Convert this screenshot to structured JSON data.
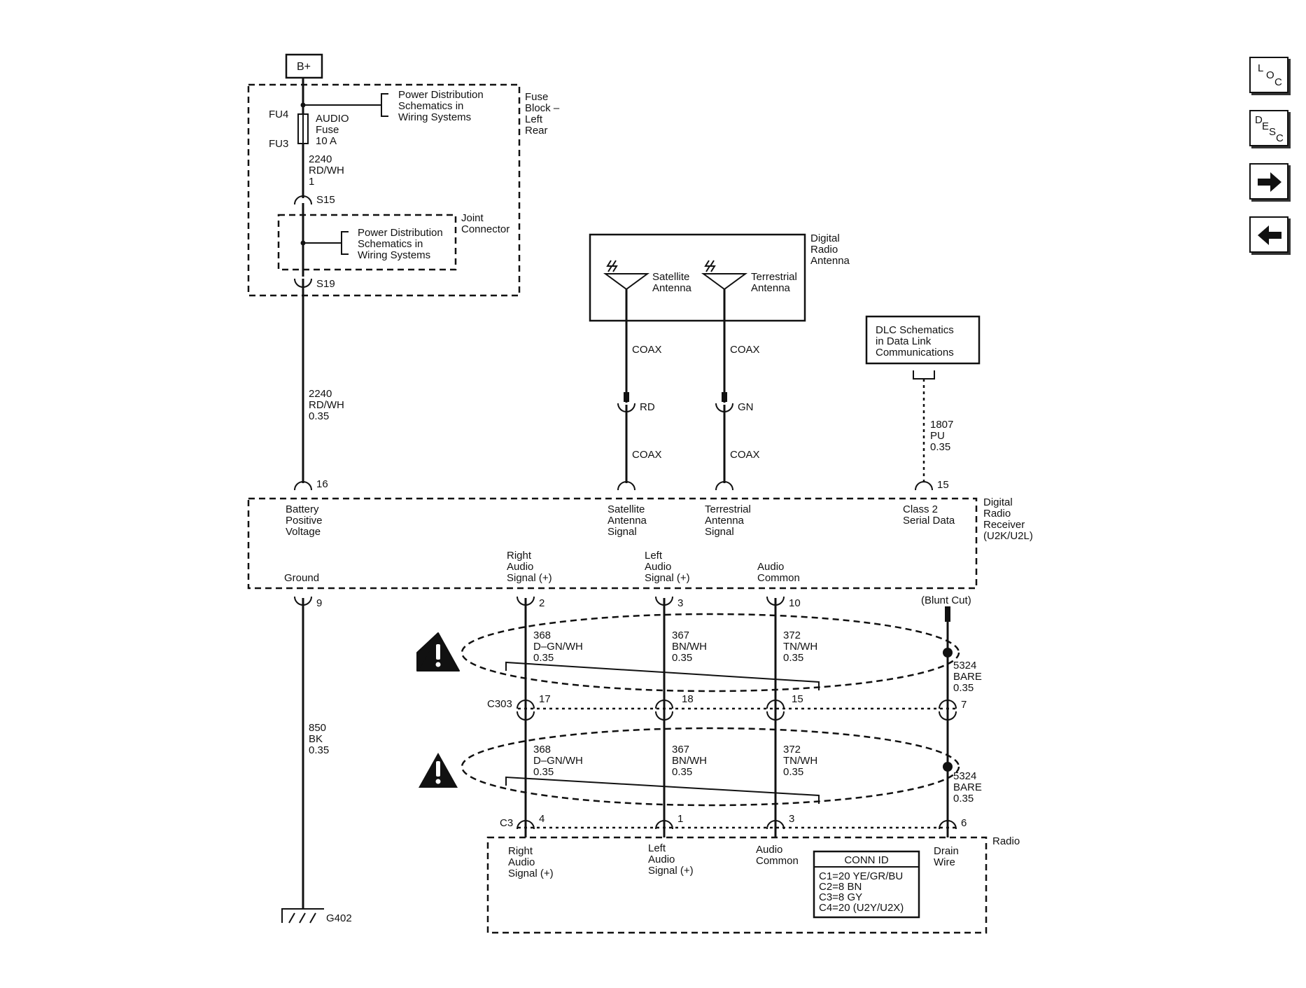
{
  "nav": {
    "loc": [
      "L",
      "O",
      "C"
    ],
    "desc": [
      "D",
      "E",
      "S",
      "C"
    ],
    "next_icon": "arrow-right-icon",
    "prev_icon": "arrow-left-icon"
  },
  "power": {
    "battery": "B+",
    "fu4": "FU4",
    "fu3": "FU3",
    "fuse": [
      "AUDIO",
      "Fuse",
      "10 A"
    ],
    "psd1": [
      "Power Distribution",
      "Schematics in",
      "Wiring Systems"
    ],
    "fuse_block": [
      "Fuse",
      "Block –",
      "Left",
      "Rear"
    ],
    "w1": [
      "2240",
      "RD/WH",
      "1"
    ],
    "s15": "S15",
    "joint": [
      "Joint",
      "Connector"
    ],
    "psd2": [
      "Power Distribution",
      "Schematics in",
      "Wiring Systems"
    ],
    "s19": "S19",
    "w2": [
      "2240",
      "RD/WH",
      "0.35"
    ],
    "pin16": "16"
  },
  "antenna": {
    "module": [
      "Digital",
      "Radio",
      "Antenna"
    ],
    "sat": [
      "Satellite",
      "Antenna"
    ],
    "ter": [
      "Terrestrial",
      "Antenna"
    ],
    "coax": "COAX",
    "rd": "RD",
    "gn": "GN"
  },
  "dlc": {
    "box": [
      "DLC Schematics",
      "in Data Link",
      "Communications"
    ],
    "wire": [
      "1807",
      "PU",
      "0.35"
    ],
    "pin15": "15"
  },
  "receiver": {
    "name": [
      "Digital",
      "Radio",
      "Receiver",
      "(U2K/U2L)"
    ],
    "battery": [
      "Battery",
      "Positive",
      "Voltage"
    ],
    "sat_sig": [
      "Satellite",
      "Antenna",
      "Signal"
    ],
    "ter_sig": [
      "Terrestrial",
      "Antenna",
      "Signal"
    ],
    "class2": [
      "Class 2",
      "Serial Data"
    ],
    "ground": "Ground",
    "right": [
      "Right",
      "Audio",
      "Signal (+)"
    ],
    "left": [
      "Left",
      "Audio",
      "Signal (+)"
    ],
    "common": [
      "Audio",
      "Common"
    ],
    "pins": [
      "9",
      "2",
      "3",
      "10"
    ],
    "blunt": "(Blunt Cut)"
  },
  "harness": {
    "w368": [
      "368",
      "D–GN/WH",
      "0.35"
    ],
    "w367": [
      "367",
      "BN/WH",
      "0.35"
    ],
    "w372": [
      "372",
      "TN/WH",
      "0.35"
    ],
    "w5324": [
      "5324",
      "BARE",
      "0.35"
    ],
    "c303": "C303",
    "c303_pins": [
      "17",
      "18",
      "15",
      "7"
    ],
    "c3": "C3",
    "c3_pins": [
      "4",
      "1",
      "3",
      "6"
    ],
    "ground_wire": [
      "850",
      "BK",
      "0.35"
    ],
    "g402": "G402"
  },
  "radio": {
    "name": "Radio",
    "right": [
      "Right",
      "Audio",
      "Signal (+)"
    ],
    "left": [
      "Left",
      "Audio",
      "Signal (+)"
    ],
    "common": [
      "Audio",
      "Common"
    ],
    "drain": [
      "Drain",
      "Wire"
    ],
    "conn_title": "CONN ID",
    "conn": [
      "C1=20 YE/GR/BU",
      "C2=8 BN",
      "C3=8 GY",
      "C4=20 (U2Y/U2X)"
    ]
  }
}
